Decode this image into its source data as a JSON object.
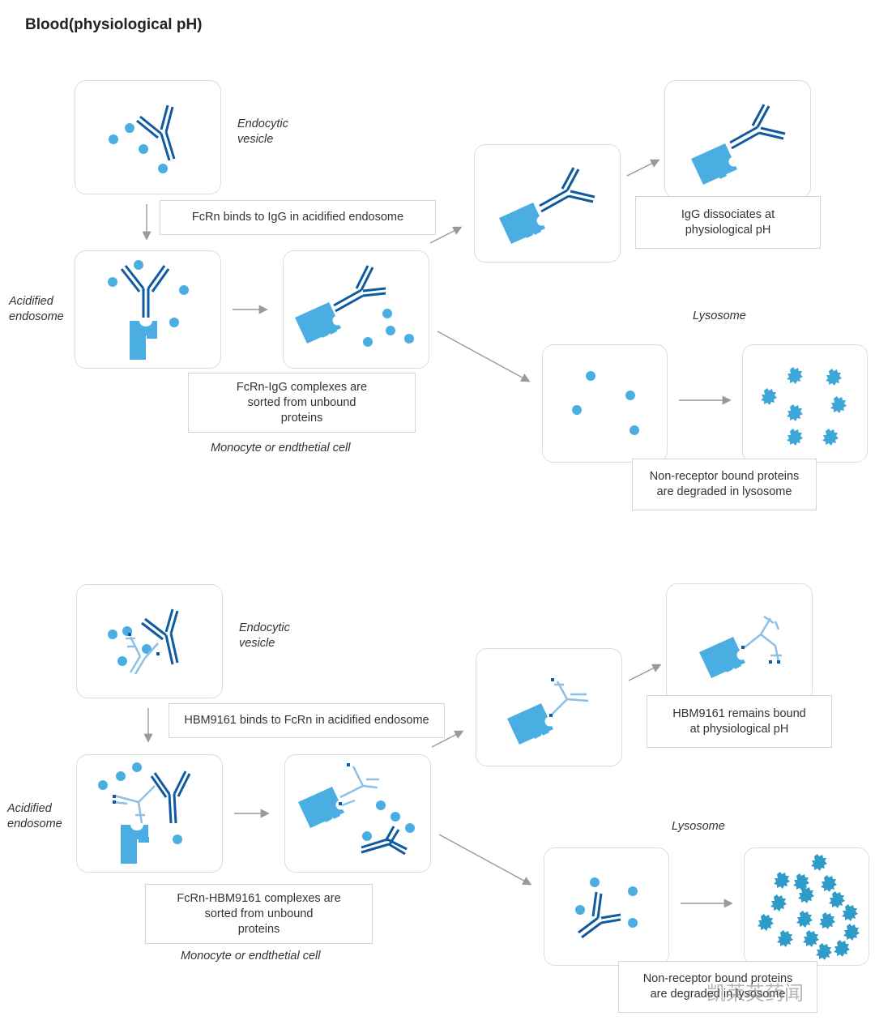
{
  "page_title": "Blood(physiological pH)",
  "top": {
    "labels": {
      "endocytic_vesicle_1": "Endocytic",
      "endocytic_vesicle_2": "vesicle",
      "acidified_1": "Acidified",
      "acidified_2": "endosome",
      "lysosome": "Lysosome",
      "cell": "Monocyte or endthetial cell"
    },
    "captions": {
      "binds": "FcRn binds to IgG in acidified endosome",
      "sorted_1": "FcRn-IgG complexes are",
      "sorted_2": "sorted from unbound",
      "sorted_3": "proteins",
      "dissociates_1": "IgG dissociates at",
      "dissociates_2": "physiological pH",
      "degraded_1": "Non-receptor bound proteins",
      "degraded_2": "are degraded in lysosome"
    }
  },
  "bottom": {
    "labels": {
      "endocytic_vesicle_1": "Endocytic",
      "endocytic_vesicle_2": "vesicle",
      "acidified_1": "Acidified",
      "acidified_2": "endosome",
      "lysosome": "Lysosome",
      "cell": "Monocyte or endthetial cell"
    },
    "captions": {
      "binds": "HBM9161 binds to FcRn in acidified endosome",
      "sorted_1": "FcRn-HBM9161 complexes are",
      "sorted_2": "sorted from unbound",
      "sorted_3": "proteins",
      "remains_1": "HBM9161 remains bound",
      "remains_2": "at physiological pH",
      "degraded_1": "Non-receptor bound proteins",
      "degraded_2": "are degraded in lysosome"
    }
  },
  "watermark": "凯莱英药闻",
  "colors": {
    "dark_blue": "#0f5aa0",
    "light_blue": "#4aaee3",
    "pale_blue": "#8cc0e6",
    "arrow_gray": "#9a9a9a"
  }
}
